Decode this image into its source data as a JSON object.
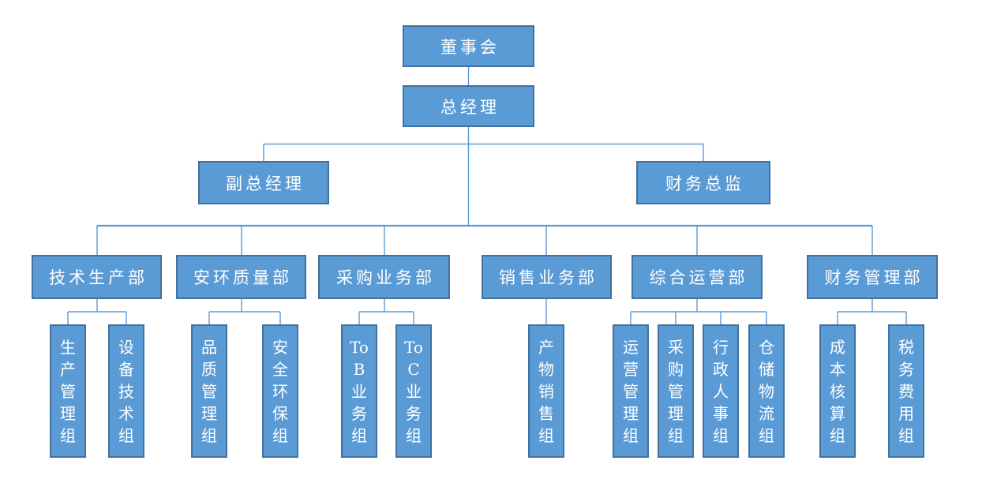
{
  "diagram": {
    "type": "org-chart",
    "colors": {
      "node_fill": "#5B9BD5",
      "node_border": "#41719C",
      "connector": "#5B9BD5",
      "text": "#FFFFFF",
      "background": "#FFFFFF"
    },
    "nodes": {
      "board": {
        "label": "董事会"
      },
      "general_manager": {
        "label": "总经理"
      },
      "deputy_general_manager": {
        "label": "副总经理"
      },
      "finance_director": {
        "label": "财务总监"
      },
      "departments": [
        {
          "label": "技术生产部"
        },
        {
          "label": "安环质量部"
        },
        {
          "label": "采购业务部"
        },
        {
          "label": "销售业务部"
        },
        {
          "label": "综合运营部"
        },
        {
          "label": "财务管理部"
        }
      ],
      "groups": [
        {
          "label": "生\n产\n管\n理\n组"
        },
        {
          "label": "设\n备\n技\n术\n组"
        },
        {
          "label": "品\n质\n管\n理\n组"
        },
        {
          "label": "安\n全\n环\n保\n组"
        },
        {
          "label": "To\nB\n业\n务\n组"
        },
        {
          "label": "To\nC\n业\n务\n组"
        },
        {
          "label": "产\n物\n销\n售\n组"
        },
        {
          "label": "运\n营\n管\n理\n组"
        },
        {
          "label": "采\n购\n管\n理\n组"
        },
        {
          "label": "行\n政\n人\n事\n组"
        },
        {
          "label": "仓\n储\n物\n流\n组"
        },
        {
          "label": "成\n本\n核\n算\n组"
        },
        {
          "label": "税\n务\n费\n用\n组"
        }
      ]
    }
  }
}
